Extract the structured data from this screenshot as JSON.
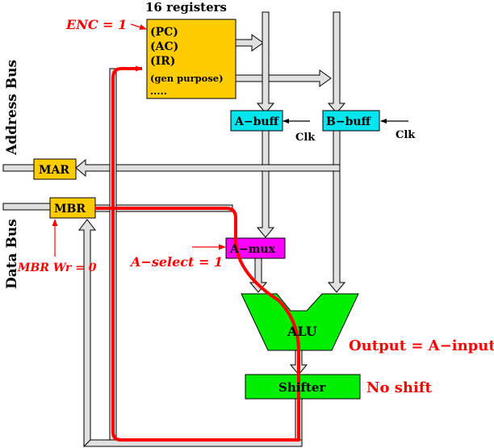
{
  "registers": {
    "title": "16 registers",
    "items": [
      "(PC)",
      "(AC)",
      "(IR)",
      "(gen purpose)",
      "....."
    ]
  },
  "buses": {
    "address": "Address Bus",
    "data": "Data Bus"
  },
  "blocks": {
    "mar": "MAR",
    "mbr": "MBR",
    "a_buff": "A−buff",
    "b_buff": "B−buff",
    "a_mux": "A−mux",
    "alu": "ALU",
    "shifter": "Shifter"
  },
  "clocks": {
    "a": "Clk",
    "b": "Clk"
  },
  "control": {
    "enc": "ENC = 1",
    "mbr_wr": "MBR Wr = 0",
    "a_select": "A−select = 1",
    "output": "Output = A−input",
    "shift": "No shift"
  },
  "colors": {
    "register_fill": "#ffcc00",
    "buffer_fill": "#00e5ee",
    "mux_fill": "#ff00ff",
    "alu_fill": "#00ee00",
    "data_path": "#ff0000",
    "annotation": "#ff0000",
    "bus_fill": "#e0e0e0"
  }
}
